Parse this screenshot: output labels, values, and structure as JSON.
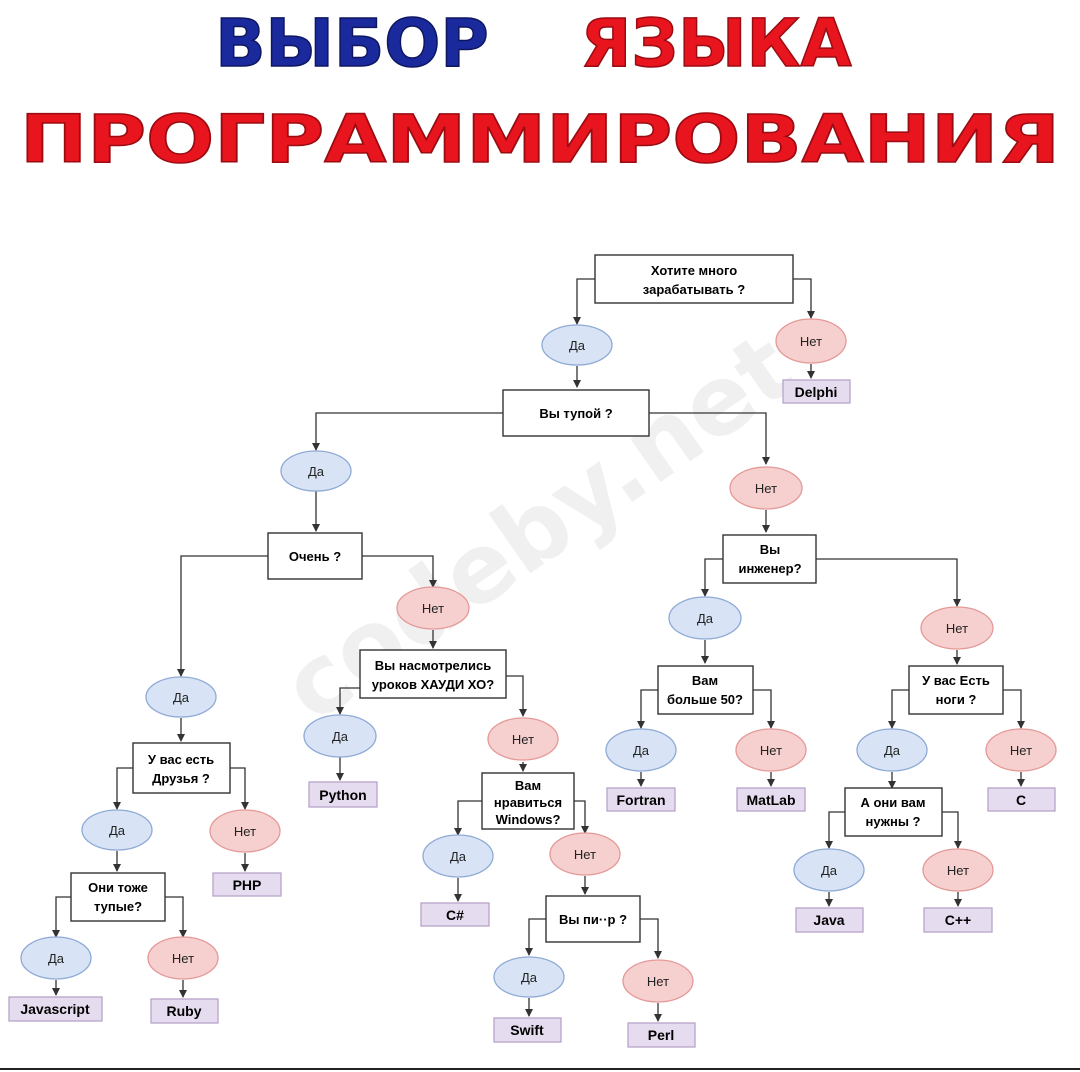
{
  "title": {
    "line1_part1": "ВЫБОР",
    "line1_part2": "ЯЗЫКА",
    "line2": "ПРОГРАММИРОВАНИЯ"
  },
  "watermark": "codeby.net",
  "colors": {
    "title_blue": "#1a2a9c",
    "title_red": "#e8141e",
    "yes_fill": "#d8e4f5",
    "yes_stroke": "#8eaad6",
    "no_fill": "#f6d0cf",
    "no_stroke": "#e49a98",
    "lang_fill": "#e6dcef",
    "lang_stroke": "#b7a3c9"
  },
  "labels": {
    "yes": "Да",
    "no": "Нет"
  },
  "questions": {
    "money": [
      "Хотите много",
      "зарабатывать ?"
    ],
    "stupid": [
      "Вы тупой ?"
    ],
    "very": [
      "Очень ?"
    ],
    "engineer": [
      "Вы",
      "инженер?"
    ],
    "khaudi": [
      "Вы насмотрелись",
      "уроков ХАУДИ ХО?"
    ],
    "over50": [
      "Вам",
      "больше 50?"
    ],
    "legs": [
      "У вас Есть",
      "ноги ?"
    ],
    "friends": [
      "У вас есть",
      "Друзья ?"
    ],
    "windows": [
      "Вам",
      "нравиться",
      "Windows?"
    ],
    "need": [
      "А они вам",
      "нужны ?"
    ],
    "also_stupid": [
      "Они тоже",
      "тупые?"
    ],
    "p_word": [
      "Вы пи··р ?"
    ]
  },
  "languages": {
    "delphi": "Delphi",
    "python": "Python",
    "fortran": "Fortran",
    "matlab": "MatLab",
    "c": "C",
    "php": "PHP",
    "csharp": "C#",
    "java": "Java",
    "cpp": "C++",
    "javascript": "Javascript",
    "ruby": "Ruby",
    "swift": "Swift",
    "perl": "Perl"
  }
}
